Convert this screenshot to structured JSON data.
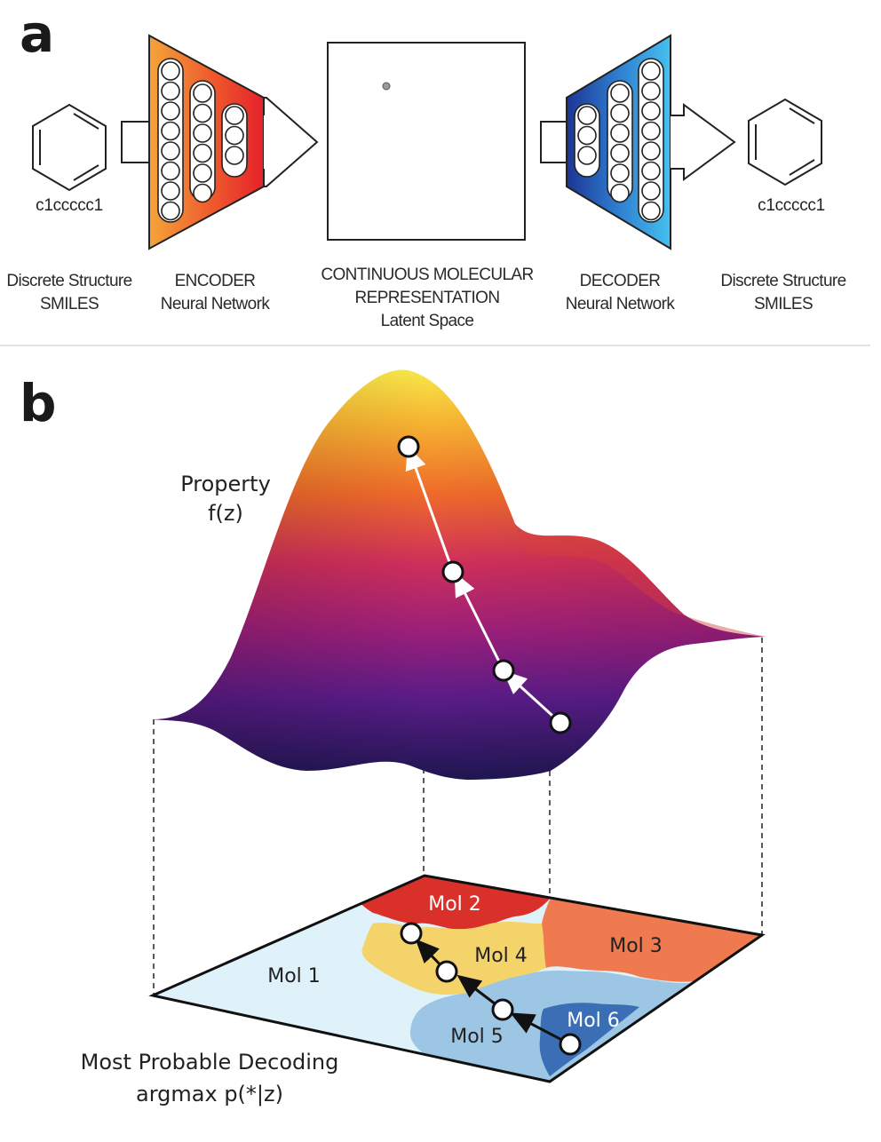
{
  "panel_a": {
    "letter": "a",
    "input_smiles": "c1ccccc1",
    "output_smiles": "c1ccccc1",
    "input_caption": [
      "Discrete Structure",
      "SMILES"
    ],
    "encoder_caption": [
      "ENCODER",
      "Neural Network"
    ],
    "latent_caption": [
      "CONTINUOUS MOLECULAR",
      "REPRESENTATION",
      "Latent Space"
    ],
    "decoder_caption": [
      "DECODER",
      "Neural Network"
    ],
    "output_caption": [
      "Discrete Structure",
      "SMILES"
    ]
  },
  "panel_b": {
    "letter": "b",
    "property_label": [
      "Property",
      "f(z)"
    ],
    "decoding_label": [
      "Most Probable Decoding",
      "argmax p(*|z)"
    ],
    "molecules": [
      "Mol 1",
      "Mol 2",
      "Mol 3",
      "Mol 4",
      "Mol 5",
      "Mol 6"
    ]
  },
  "colors": {
    "encoder_gradient": [
      "#f29a2e",
      "#e8262a"
    ],
    "decoder_gradient": [
      "#1f3d9c",
      "#3fb6ea"
    ],
    "mol1": "#dff2f9",
    "mol2": "#d9302a",
    "mol3": "#ef7a4f",
    "mol4": "#f4d36b",
    "mol5": "#9dc6e4",
    "mol6": "#3a6fb5"
  }
}
